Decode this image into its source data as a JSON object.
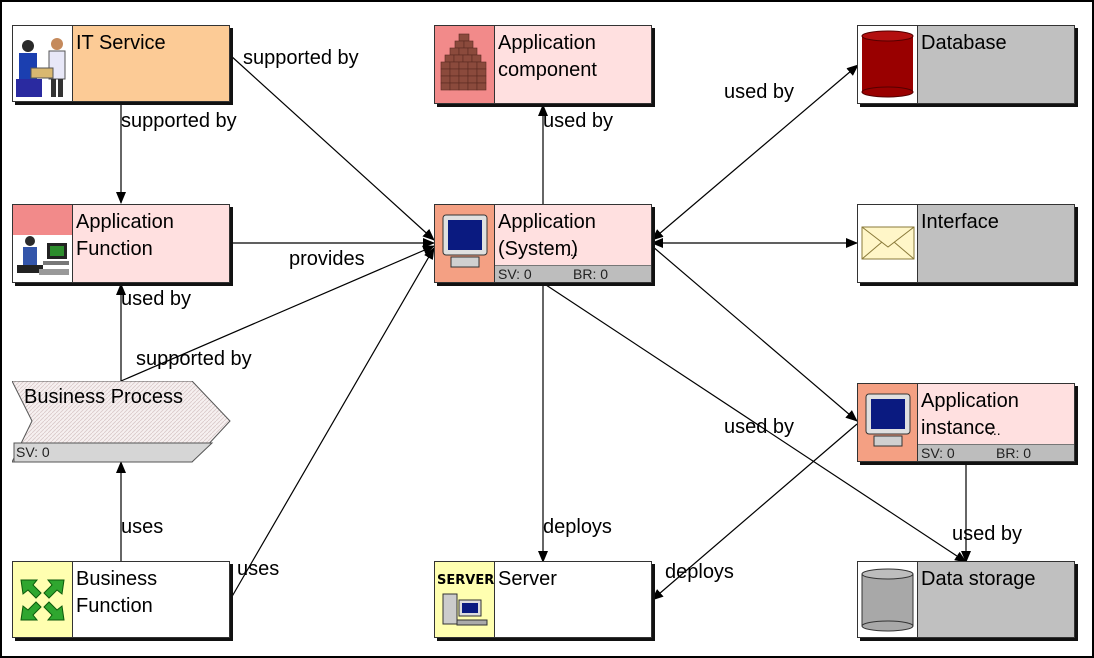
{
  "colors": {
    "peach": "#fccb96",
    "pink": "#ffe0e0",
    "salmon": "#f4a083",
    "gray": "#c0c0c0",
    "white": "#ffffff",
    "process": "#f4ecec"
  },
  "nodes": {
    "it_service": {
      "label": "IT Service",
      "icon": "help-desk-people-icon"
    },
    "app_function": {
      "label": "Application\nFunction",
      "icon": "person-at-computer-icon"
    },
    "business_process": {
      "label": "Business Process",
      "sv": "SV: 0"
    },
    "business_function": {
      "label": "Business\nFunction",
      "icon": "green-arrows-icon"
    },
    "app_component": {
      "label": "Application\ncomponent",
      "icon": "brick-wall-icon"
    },
    "app_system": {
      "label": "Application\n(System)",
      "ellipsis": "...",
      "sv": "SV: 0",
      "br": "BR: 0",
      "icon": "computer-monitor-icon"
    },
    "server": {
      "label": "Server",
      "icon_text": "SERVER",
      "icon": "server-computer-icon"
    },
    "database": {
      "label": "Database",
      "icon": "database-cylinder-icon"
    },
    "interface": {
      "label": "Interface",
      "icon": "envelope-icon"
    },
    "app_instance": {
      "label": "Application\ninstance",
      "ellipsis": "...",
      "sv": "SV: 0",
      "br": "BR: 0",
      "icon": "computer-monitor-icon"
    },
    "data_storage": {
      "label": "Data storage",
      "icon": "gray-cylinder-icon"
    }
  },
  "edge_labels": {
    "it_to_system": "supported by",
    "it_to_function": "supported by",
    "component_used_by": "used by",
    "database_used_by": "used by",
    "function_provides": "provides",
    "function_used_by": "used by",
    "process_supported_by": "supported by",
    "instance_used_by": "used by",
    "business_function_uses_process": "uses",
    "business_function_uses_system": "uses",
    "system_deploys_server": "deploys",
    "instance_deploys_server": "deploys",
    "storage_used_by": "used by"
  }
}
